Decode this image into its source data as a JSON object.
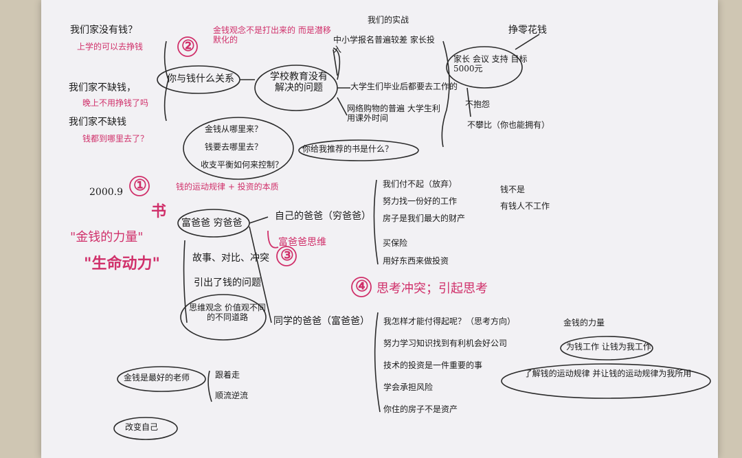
{
  "notes": {
    "q1": "我们家没有钱？",
    "q1_ans": "上学的可以去挣钱",
    "q2": "我们家不缺钱，",
    "q2_ans": "晚上不用挣钱了吗",
    "q3": "我们家不缺钱",
    "q3_ans": "钱都到哪里去了？",
    "num2": "②",
    "pink_top": "金钱观念不是打出来的 而是潜移默化的",
    "node_center": "你与钱什么关系",
    "school": "学校教育没有 解决的问题",
    "top_label": "我们的实战",
    "branch1": "中小学报名普遍较差 家长投入",
    "branch2": "大学生们毕业后都要去工作的",
    "branch3": "网络购物的普遍 大学生利用课外时间",
    "bubble": "你给我推荐的书是什么？",
    "right_top": "挣零花钱",
    "oval": "家长 会议 支持 目标5000元",
    "no_gossip": "不抱怨",
    "no_compare": "不攀比（你也能拥有）",
    "q_book": "金钱从哪里来？",
    "q_where": "钱要去哪里去？",
    "q_money": "收支平衡如何来控制？",
    "method": "钱的运动规律 + 投资的本质",
    "date": "2000.9",
    "num1": "①",
    "book": "书",
    "power": "\"金钱的力量\"",
    "life": "\"生命动力\"",
    "rich_dad": "富爸爸 穷爸爸",
    "num3": "③",
    "story": "故事、对比、冲突",
    "money_issue": "引出了钱的问题",
    "thinking": "思维观念 价值观不同 的不同道路",
    "my_dad": "自己的爸爸（穷爸爸）",
    "rich_mind": "富爸爸思维",
    "r1": "我们付不起（放弃）",
    "r2": "努力找一份好的工作",
    "r3": "房子是我们最大的财产",
    "r4": "买保险",
    "r5": "用好东西来做投资",
    "r_right1": "钱不是",
    "r_right2": "有钱人不工作",
    "num4": "④",
    "pink_mid": "思考冲突；引起思考",
    "friend_dad": "同学的爸爸（富爸爸）",
    "f1": "我怎样才能付得起呢？（思考方向）",
    "f2": "努力学习知识找到有利机会好公司",
    "f3": "技术的投资是一件重要的事",
    "f4": "学会承担风险",
    "f5": "你住的房子不是资产",
    "fr_top": "金钱的力量",
    "fr_oval1": "为钱工作 让钱为我工作",
    "fr_oval2": "了解钱的运动规律 并让钱的运动规律为我所用",
    "best": "金钱是最好的老师",
    "b1": "跟着走",
    "b2": "顺流逆流",
    "change": "改变自己"
  },
  "colors": {
    "ink": "#1a1a1a",
    "pink": "#d0306a",
    "paper": "#f2f1f4"
  }
}
